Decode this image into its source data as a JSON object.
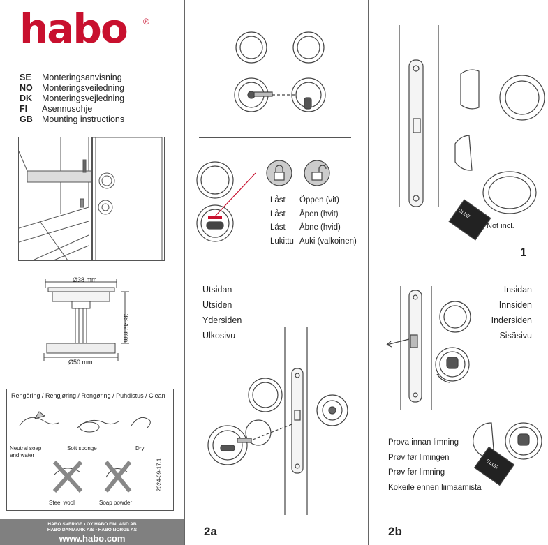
{
  "brand": {
    "logo": "habo",
    "registered": "®",
    "color": "#c8102e"
  },
  "languages": [
    {
      "code": "SE",
      "text": "Monteringsanvisning"
    },
    {
      "code": "NO",
      "text": "Monteringsveiledning"
    },
    {
      "code": "DK",
      "text": "Monteringsvejledning"
    },
    {
      "code": "FI",
      "text": "Asennusohje"
    },
    {
      "code": "GB",
      "text": "Mounting instructions"
    }
  ],
  "dimensions": {
    "top": "Ø38 mm",
    "height": "38-42 mm",
    "bottom": "Ø50 mm"
  },
  "cleaning": {
    "title": "Rengöring / Rengjøring / Rengøring / Puhdistus / Clean",
    "neutral_soap": "Neutral soap",
    "and_water": "and water",
    "soft_sponge": "Soft sponge",
    "dry": "Dry",
    "steel_wool": "Steel wool",
    "soap_powder": "Soap powder",
    "date": "2024-09-17:1"
  },
  "footer": {
    "line1": "HABO SVERIGE • OY HABO FINLAND AB",
    "line2": "HABO DANMARK A/S • HABO NORGE AS",
    "url": "www.habo.com"
  },
  "lock_states": [
    {
      "a": "Låst",
      "b": "Öppen (vit)"
    },
    {
      "a": "Låst",
      "b": "Åpen (hvit)"
    },
    {
      "a": "Låst",
      "b": "Åbne (hvid)"
    },
    {
      "a": "Lukittu",
      "b": "Auki (valkoinen)"
    }
  ],
  "outside": [
    "Utsidan",
    "Utsiden",
    "Ydersiden",
    "Ulkosivu"
  ],
  "inside": [
    "Insidan",
    "Innsiden",
    "Indersiden",
    "Sisäsivu"
  ],
  "try_before": [
    "Prova innan limning",
    "Prøv før limingen",
    "Prøv før limning",
    "Kokeile ennen liimaamista"
  ],
  "not_incl": "Not incl.",
  "glue": "GLUE",
  "steps": {
    "one": "1",
    "two_a": "2a",
    "two_b": "2b"
  }
}
